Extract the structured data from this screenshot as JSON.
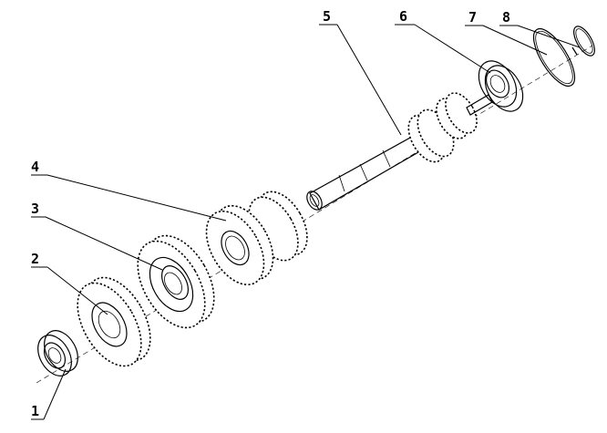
{
  "parts": [
    {
      "id": "1",
      "label": "1"
    },
    {
      "id": "2",
      "label": "2"
    },
    {
      "id": "3",
      "label": "3"
    },
    {
      "id": "4",
      "label": "4"
    },
    {
      "id": "5",
      "label": "5"
    },
    {
      "id": "6",
      "label": "6"
    },
    {
      "id": "7",
      "label": "7"
    },
    {
      "id": "8",
      "label": "8"
    }
  ]
}
